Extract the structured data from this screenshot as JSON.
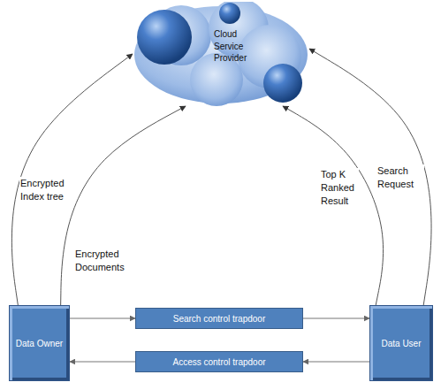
{
  "diagram": {
    "nodes": [
      {
        "text": [
          "Cloud Service Provider"
        ]
      },
      {
        "text": [
          "Data Owner"
        ]
      },
      {
        "text": [
          "Search control trapdoor"
        ]
      },
      {
        "text": [
          "Access control trapdoor"
        ]
      },
      {
        "text": [
          "Data User"
        ]
      }
    ],
    "edges": [
      {
        "from": 1,
        "to": 0,
        "arrow": "to",
        "label": "Encrypted Index tree"
      },
      {
        "from": 1,
        "to": 0,
        "arrow": "to",
        "label": "Encrypted Documents"
      },
      {
        "from": 4,
        "to": 0,
        "arrow": "to",
        "label": "Top K Ranked Result"
      },
      {
        "from": 4,
        "to": 0,
        "arrow": "to",
        "label": "Search Request"
      },
      {
        "from": 1,
        "to": 2,
        "arrow": "to"
      },
      {
        "from": 2,
        "to": 4,
        "arrow": "to"
      },
      {
        "from": 4,
        "to": 3,
        "arrow": "to"
      },
      {
        "from": 3,
        "to": 1,
        "arrow": "to"
      }
    ]
  }
}
